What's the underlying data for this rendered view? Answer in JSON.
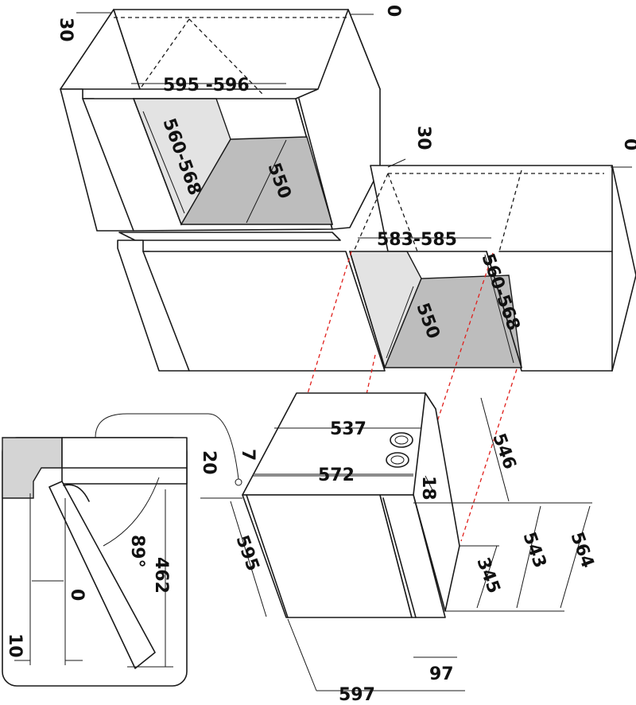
{
  "dimensions": {
    "top_cabinet": {
      "gap_left": "30",
      "gap_right": "0",
      "width": "595 -596",
      "height": "560-568",
      "depth": "550"
    },
    "mid_cabinet": {
      "gap_left": "30",
      "gap_right": "0",
      "width": "583-585",
      "depth": "550",
      "height": "560-568"
    },
    "oven": {
      "top_width": "537",
      "inner_width": "572",
      "depth_side": "546",
      "offset_20": "20",
      "offset_7": "7",
      "panel_18": "18",
      "front_height": "595",
      "height_345": "345",
      "height_543": "543",
      "height_564": "564",
      "depth_97": "97",
      "front_width": "597"
    },
    "door_detail": {
      "angle": "89°",
      "height": "462",
      "offset_0": "0",
      "offset_10": "10"
    }
  }
}
